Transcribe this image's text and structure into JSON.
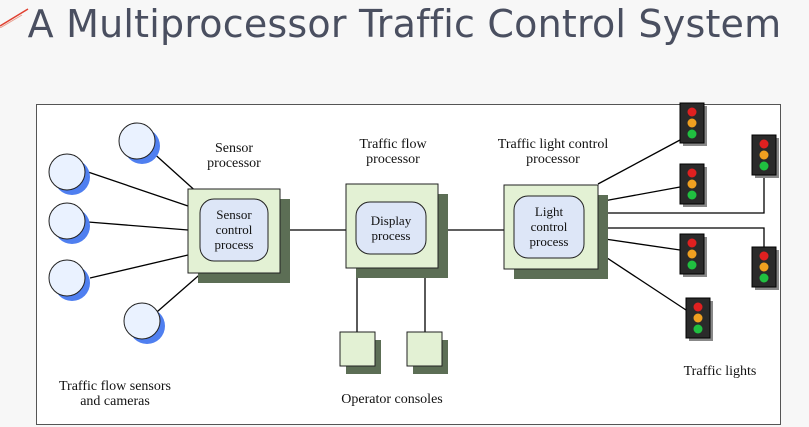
{
  "slide": {
    "title": "A Multiprocessor Traffic Control System"
  },
  "diagram": {
    "processors": [
      {
        "id": "sensor",
        "title_line1": "Sensor",
        "title_line2": "processor",
        "process_line1": "Sensor",
        "process_line2": "control",
        "process_line3": "process"
      },
      {
        "id": "flow",
        "title_line1": "Traffic flow",
        "title_line2": "processor",
        "process_line1": "Display",
        "process_line2": "process"
      },
      {
        "id": "light",
        "title_line1": "Traffic light control",
        "title_line2": "processor",
        "process_line1": "Light",
        "process_line2": "control",
        "process_line3": "process"
      }
    ],
    "labels": {
      "sensors_line1": "Traffic flow sensors",
      "sensors_line2": "and cameras",
      "consoles": "Operator consoles",
      "lights": "Traffic lights"
    },
    "colors": {
      "processor_fill": "#e3f1d4",
      "process_fill": "#dde6f7",
      "shadow": "#5c6e55",
      "sensor_shadow": "#4f7ff0",
      "light_red": "#e02020",
      "light_amber": "#f0a020",
      "light_green": "#20c040"
    }
  }
}
